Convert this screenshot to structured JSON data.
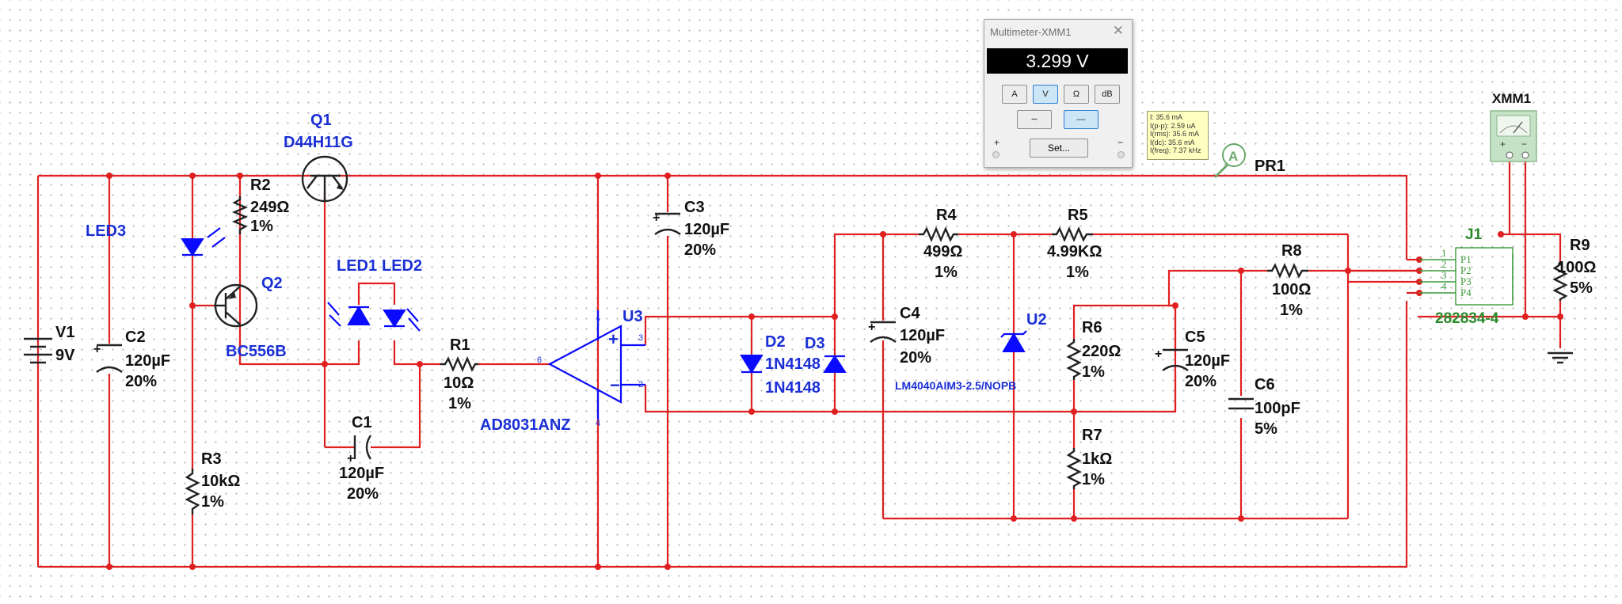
{
  "multimeter": {
    "title": "Multimeter-XMM1",
    "close_glyph": "✕",
    "reading": "3.299 V",
    "mode_buttons": [
      "A",
      "V",
      "Ω",
      "dB"
    ],
    "active_mode": "V",
    "signal_buttons": {
      "ac_glyph": "∼",
      "dc_glyph": "—"
    },
    "active_signal": "DC",
    "set_label": "Set...",
    "term_plus": "+",
    "term_minus": "−"
  },
  "probe": {
    "name": "PR1",
    "letter": "A",
    "readings": [
      "I: 35.6 mA",
      "I(p-p): 2.59 uA",
      "I(rms): 35.6 mA",
      "I(dc): 35.6 mA",
      "I(freq): 7.37 kHz"
    ]
  },
  "instrument": {
    "name": "XMM1",
    "plus": "+",
    "minus": "−"
  },
  "components": {
    "V1": {
      "ref": "V1",
      "value": "9V"
    },
    "C2": {
      "ref": "C2",
      "value": "120µF",
      "tol": "20%"
    },
    "LED3": {
      "ref": "LED3"
    },
    "R2": {
      "ref": "R2",
      "value": "249Ω",
      "tol": "1%"
    },
    "Q2": {
      "ref": "Q2",
      "part": "BC556B"
    },
    "Q1": {
      "ref": "Q1",
      "part": "D44H11G"
    },
    "R3": {
      "ref": "R3",
      "value": "10kΩ",
      "tol": "1%"
    },
    "LED1": {
      "ref": "LED1"
    },
    "LED2": {
      "ref": "LED2"
    },
    "C1": {
      "ref": "C1",
      "value": "120µF",
      "tol": "20%"
    },
    "R1": {
      "ref": "R1",
      "value": "10Ω",
      "tol": "1%"
    },
    "U3": {
      "ref": "U3",
      "part": "AD8031ANZ",
      "pins": [
        "3",
        "2",
        "6",
        "7",
        "4"
      ]
    },
    "C3": {
      "ref": "C3",
      "value": "120µF",
      "tol": "20%"
    },
    "D2": {
      "ref": "D2",
      "part": "1N4148"
    },
    "D3": {
      "ref": "D3",
      "part": "1N4148"
    },
    "R4": {
      "ref": "R4",
      "value": "499Ω",
      "tol": "1%"
    },
    "C4": {
      "ref": "C4",
      "value": "120µF",
      "tol": "20%"
    },
    "R5": {
      "ref": "R5",
      "value": "4.99KΩ",
      "tol": "1%"
    },
    "U2": {
      "ref": "U2",
      "part": "LM4040AIM3-2.5/NOPB"
    },
    "R6": {
      "ref": "R6",
      "value": "220Ω",
      "tol": "1%"
    },
    "R7": {
      "ref": "R7",
      "value": "1kΩ",
      "tol": "1%"
    },
    "C5": {
      "ref": "C5",
      "value": "120µF",
      "tol": "20%"
    },
    "C6": {
      "ref": "C6",
      "value": "100pF",
      "tol": "5%"
    },
    "R8": {
      "ref": "R8",
      "value": "100Ω",
      "tol": "1%"
    },
    "J1": {
      "ref": "J1",
      "part": "282834-4",
      "pins": [
        "P1",
        "P2",
        "P3",
        "P4"
      ],
      "pin_numbers": [
        "1",
        "2",
        "3",
        "4"
      ]
    },
    "R9": {
      "ref": "R9",
      "value": "100Ω",
      "tol": "5%"
    }
  },
  "colors": {
    "wire": "#e02020",
    "component": "#0a0aff",
    "label": "#111111",
    "connector": "#3a9a3a"
  }
}
